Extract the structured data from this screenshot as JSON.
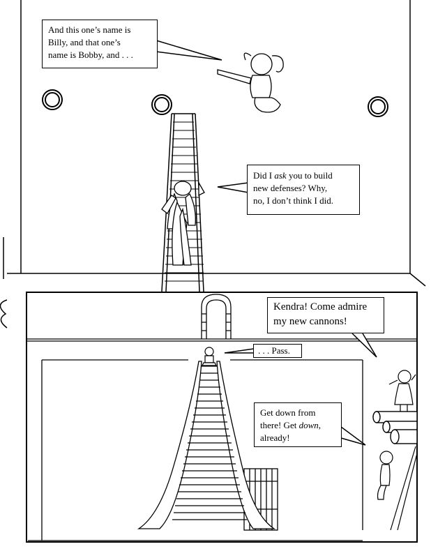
{
  "panel_top": {
    "bubble_1": {
      "lines": [
        "And this one’s name is",
        "Billy, and that one’s",
        "name is Bobby, and . . ."
      ]
    },
    "bubble_2": {
      "line1_pre": "Did I ",
      "line1_em": "ask",
      "line1_post": " you to build",
      "line2": "new defenses?  Why,",
      "line3": "no, I don’t think I did."
    }
  },
  "panel_bottom": {
    "bubble_3": {
      "lines": [
        "Kendra!  Come admire",
        "my new cannons!"
      ]
    },
    "bubble_4": {
      "text": ". . . Pass."
    },
    "bubble_5": {
      "line1": "Get down from",
      "line2_pre": "there!  Get ",
      "line2_em": "down",
      "line2_post": ",",
      "line3": "already!"
    }
  },
  "colors": {
    "ink": "#000000",
    "paper": "#ffffff"
  }
}
